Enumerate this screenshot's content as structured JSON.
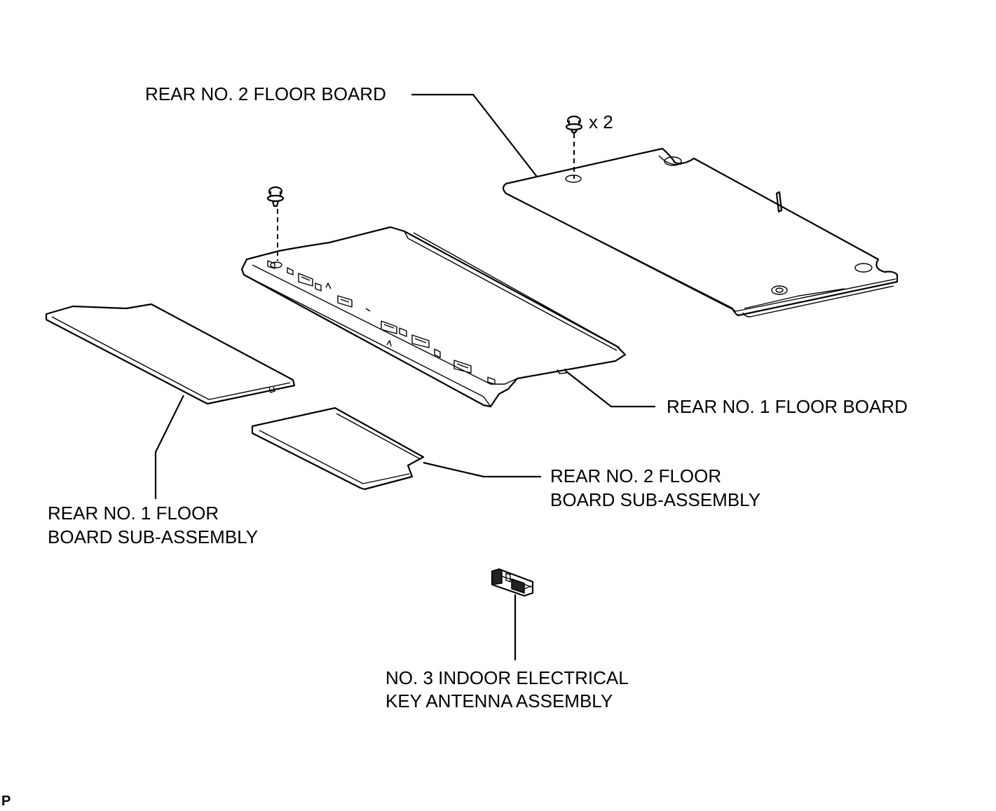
{
  "labels": {
    "rear_no2_floor_board": "REAR NO. 2 FLOOR BOARD",
    "clip_quantity": "x 2",
    "rear_no1_floor_board": "REAR NO. 1 FLOOR BOARD",
    "rear_no2_sub_assembly_line1": "REAR NO. 2 FLOOR",
    "rear_no2_sub_assembly_line2": "BOARD SUB-ASSEMBLY",
    "rear_no1_sub_assembly_line1": "REAR NO. 1 FLOOR",
    "rear_no1_sub_assembly_line2": "BOARD SUB-ASSEMBLY",
    "antenna_line1": "NO. 3 INDOOR ELECTRICAL",
    "antenna_line2": "KEY ANTENNA ASSEMBLY",
    "corner_mark": "P"
  },
  "colors": {
    "ink": "#000000",
    "paper": "#ffffff"
  }
}
